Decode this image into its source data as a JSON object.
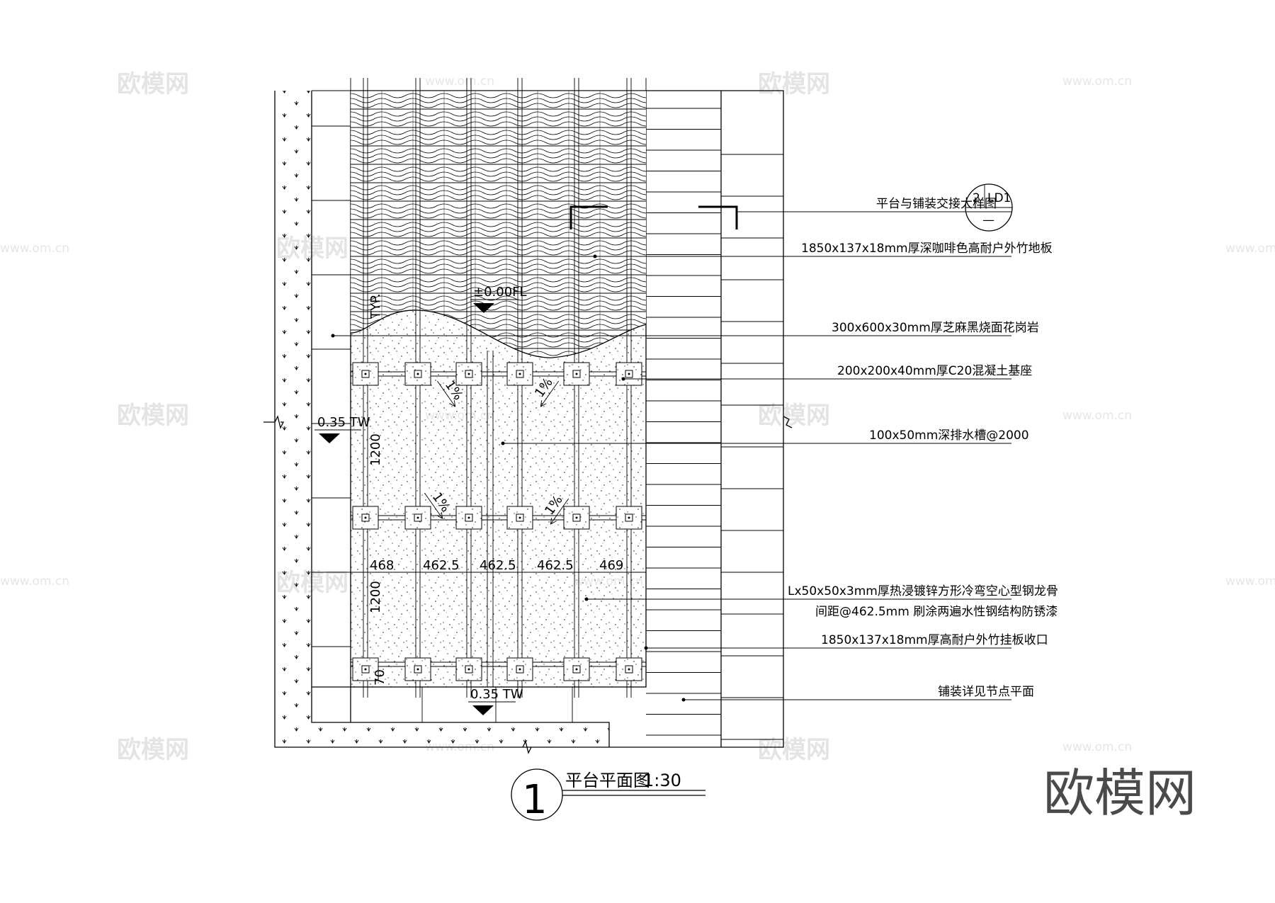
{
  "watermarks": {
    "brand": "欧模网",
    "url": "www.om.cn"
  },
  "drawing": {
    "title": "平台平面图",
    "scale": "1:30",
    "detail_number": "1"
  },
  "elevations": {
    "top_fl": "±0.00FL",
    "left_tw": "0.35 TW",
    "bottom_tw": "0.35 TW"
  },
  "dimensions": {
    "spans": [
      "468",
      "462.5",
      "462.5",
      "462.5",
      "469"
    ],
    "bay_upper": "1200",
    "bay_lower": "1200",
    "typ": "TYP.",
    "small": "70"
  },
  "slopes": [
    "1%",
    "1%",
    "1%",
    "1%"
  ],
  "callouts": [
    {
      "text": "平台与铺装交接大样图"
    },
    {
      "text": "1850x137x18mm厚深咖啡色高耐户外竹地板"
    },
    {
      "text": "300x600x30mm厚芝麻黑烧面花岗岩"
    },
    {
      "text": "200x200x40mm厚C20混凝土基座"
    },
    {
      "text": "100x50mm深排水槽@2000"
    },
    {
      "text": "Lx50x50x3mm厚热浸镀锌方形冷弯空心型钢龙骨"
    },
    {
      "text": "间距@462.5mm 刷涂两遍水性钢结构防锈漆"
    },
    {
      "text": "1850x137x18mm厚高耐户外竹挂板收口"
    },
    {
      "text": "铺装详见节点平面"
    }
  ],
  "section_ref": {
    "number": "2",
    "sheet": "LD1",
    "below": "—"
  }
}
